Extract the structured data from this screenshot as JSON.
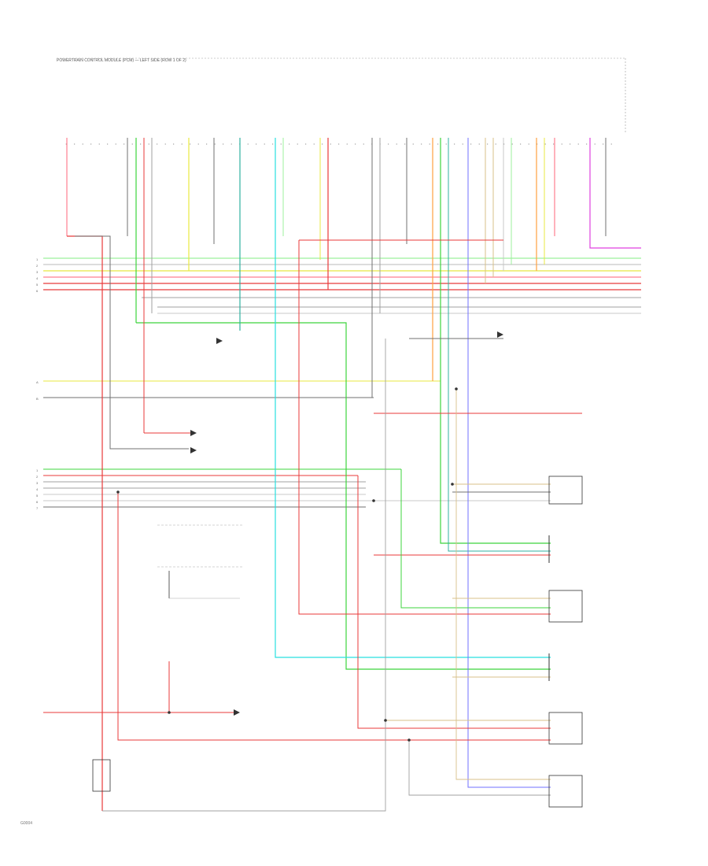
{
  "diagram_id": "G0004",
  "header_text": "POWERTRAIN CONTROL MODULE (PCM) — LEFT SIDE (ROW 1 OF 2)",
  "colors": {
    "red": "#e83a3a",
    "pink": "#ff7f8f",
    "green": "#3cd43c",
    "lightgreen": "#9cf09c",
    "yellow": "#e8e840",
    "orange": "#ffa040",
    "cyan": "#28e0e0",
    "teal": "#30b0a0",
    "blue": "#7070ff",
    "magenta": "#e040e0",
    "gray": "#a0a0a0",
    "dark": "#707070",
    "tan": "#d8c08a",
    "lightgray": "#c8c8c8"
  },
  "wires": [
    {
      "id": "w-red-1",
      "color": "red"
    },
    {
      "id": "w-pink-1",
      "color": "pink"
    },
    {
      "id": "w-green-1",
      "color": "green"
    },
    {
      "id": "w-lightgreen-1",
      "color": "lightgreen"
    },
    {
      "id": "w-yellow-1",
      "color": "yellow"
    },
    {
      "id": "w-orange-1",
      "color": "orange"
    },
    {
      "id": "w-cyan-1",
      "color": "cyan"
    },
    {
      "id": "w-teal-1",
      "color": "teal"
    },
    {
      "id": "w-blue-1",
      "color": "blue"
    },
    {
      "id": "w-magenta-1",
      "color": "magenta"
    },
    {
      "id": "w-gray-1",
      "color": "gray"
    },
    {
      "id": "w-tan-1",
      "color": "tan"
    }
  ],
  "components": [
    {
      "id": "intake-air-temp-sensor"
    },
    {
      "id": "map-sensor"
    },
    {
      "id": "throttle-position-sensor"
    },
    {
      "id": "camshaft-position-sensor"
    },
    {
      "id": "coolant-temp-sensor"
    },
    {
      "id": "crankshaft-position-sensor"
    },
    {
      "id": "transmission-control-module"
    }
  ]
}
